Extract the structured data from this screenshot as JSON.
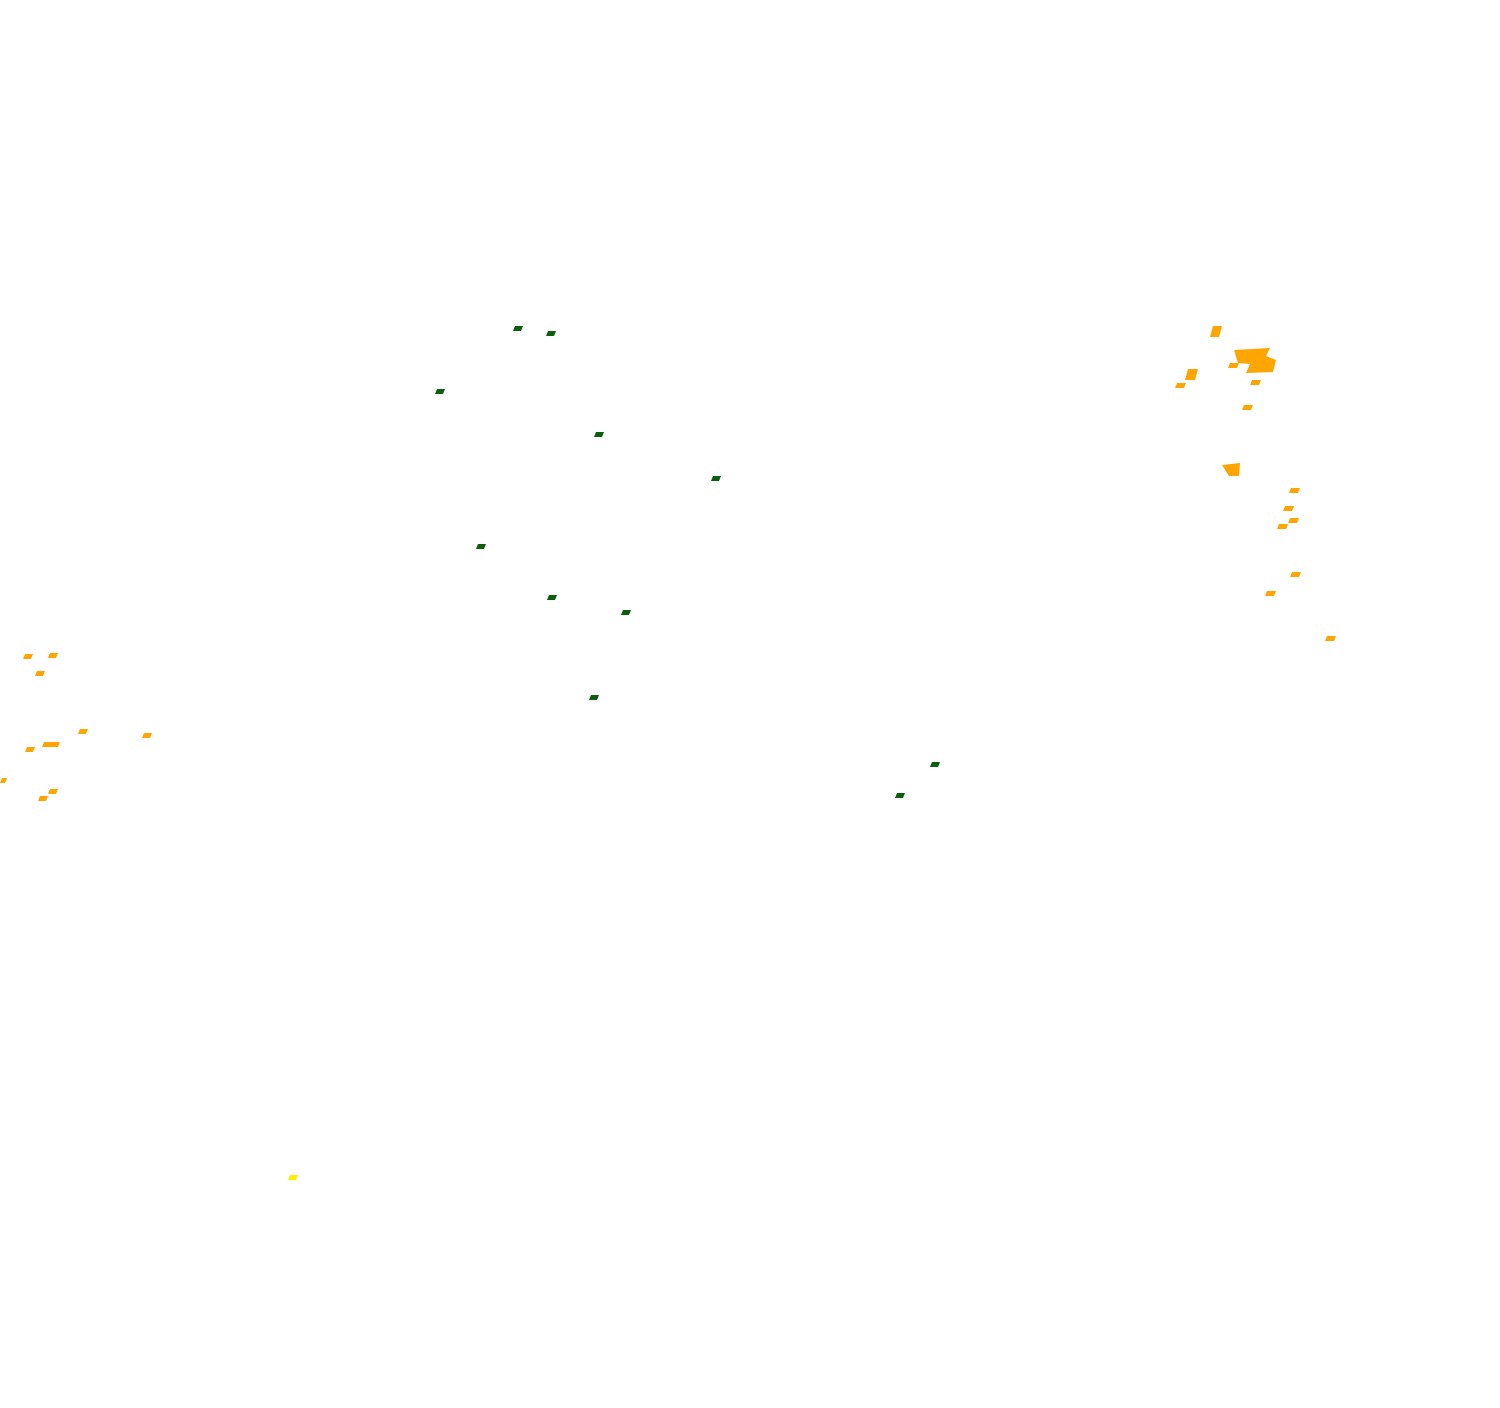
{
  "map": {
    "background_color": "#ffffff",
    "feature_colors": {
      "green": "#0b5e0b",
      "orange": "#ffa500",
      "yellow": "#ffee00"
    },
    "feature_groups": [
      {
        "group": "green-markers",
        "color_key": "green",
        "count": 14
      },
      {
        "group": "orange-clusters",
        "color_key": "orange",
        "count": 31
      },
      {
        "group": "yellow-marker",
        "color_key": "yellow",
        "count": 1
      }
    ]
  }
}
